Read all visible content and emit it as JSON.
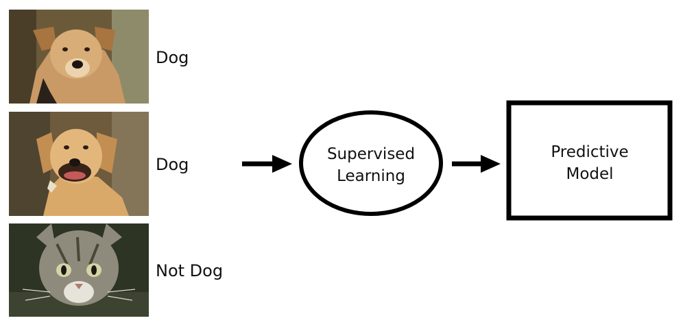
{
  "examples": [
    {
      "subject": "dog",
      "label": "Dog"
    },
    {
      "subject": "dog",
      "label": "Dog"
    },
    {
      "subject": "cat",
      "label": "Not Dog"
    }
  ],
  "process": {
    "line1": "Supervised",
    "line2": "Learning"
  },
  "output": {
    "line1": "Predictive",
    "line2": "Model"
  }
}
